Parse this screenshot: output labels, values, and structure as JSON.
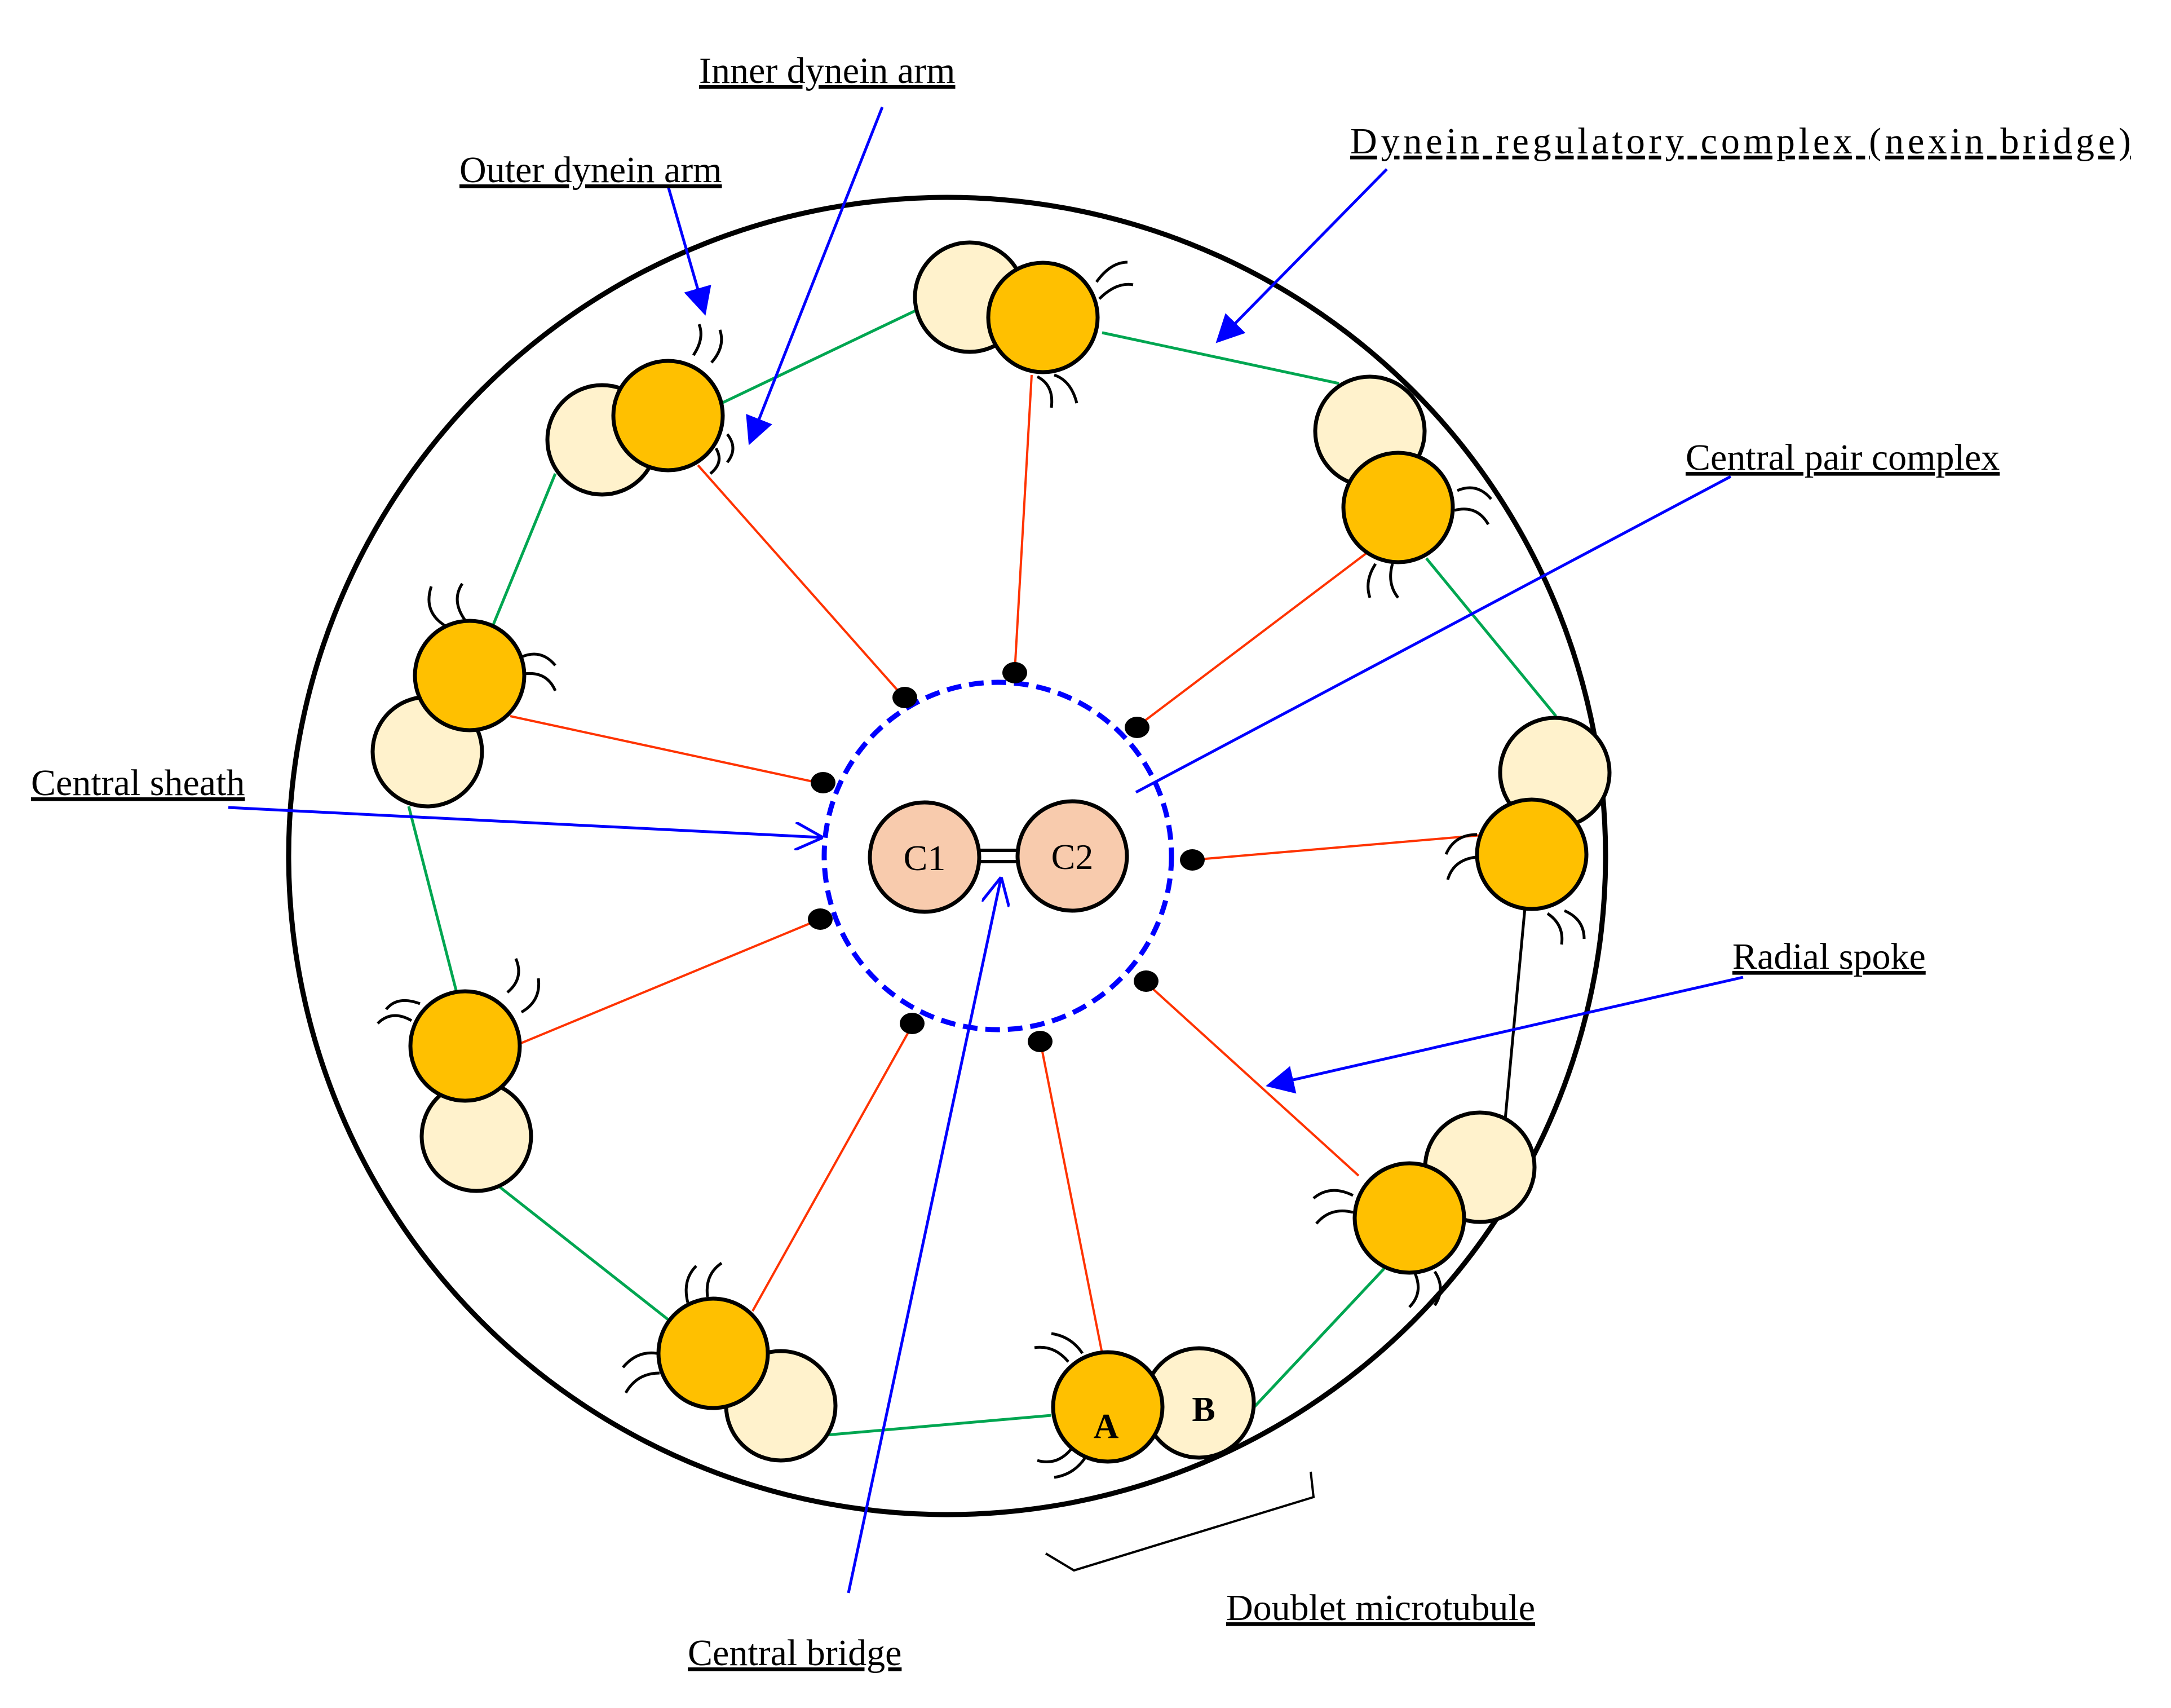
{
  "labels": {
    "inner_dynein_arm": "Inner dynein arm",
    "outer_dynein_arm": "Outer dynein arm",
    "dynein_regulatory_complex": "Dynein regulatory complex (nexin bridge)",
    "central_pair_complex": "Central pair complex",
    "central_sheath": "Central sheath",
    "radial_spoke": "Radial spoke",
    "doublet_microtubule": "Doublet microtubule",
    "central_bridge": "Central bridge"
  },
  "central_pair": {
    "c1": "C1",
    "c2": "C2"
  },
  "doublet_subunits": {
    "a": "A",
    "b": "B"
  },
  "colors": {
    "a_tubule": "#FFC000",
    "b_tubule": "#FFF2CC",
    "central_pair": "#F8CBAD",
    "nexin_link": "#00A651",
    "radial_spoke": "#FF3300",
    "pointer_arrow": "#0000FF",
    "central_sheath": "#0000FF",
    "outline": "#000000"
  }
}
